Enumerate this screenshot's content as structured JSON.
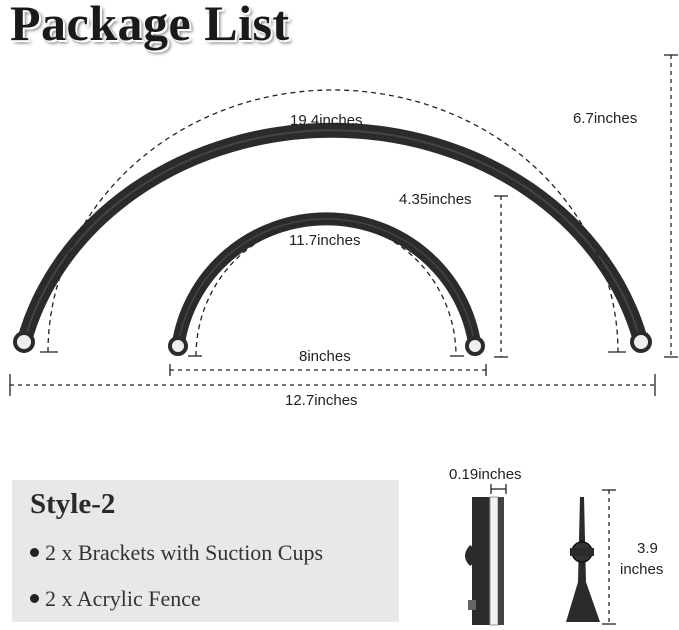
{
  "title": "Package List",
  "dimensions": {
    "large_arc_length": "19.4inches",
    "large_height": "6.7inches",
    "small_height": "4.35inches",
    "small_arc_length": "11.7inches",
    "small_width": "8inches",
    "large_width": "12.7inches",
    "thickness": "0.19inches",
    "bracket_height_value": "3.9",
    "bracket_height_unit": "inches"
  },
  "style_box": {
    "heading": "Style-2",
    "items": [
      "2 x Brackets with Suction Cups",
      "2 x Acrylic Fence"
    ]
  },
  "colors": {
    "frame": "#2b2b2b",
    "panel": "#e8e8e8",
    "dash": "#222222"
  }
}
